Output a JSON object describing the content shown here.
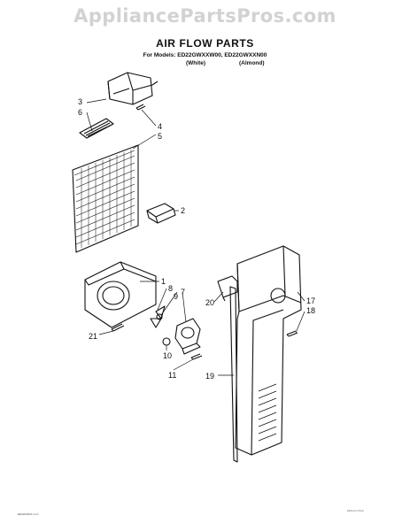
{
  "watermark": "AppliancePartsPros.com",
  "title": "AIR FLOW PARTS",
  "models_line": "For Models: ED22GWXXW00, ED22GWXXN00",
  "variants": [
    "(White)",
    "(Almond)"
  ],
  "callouts": [
    "3",
    "6",
    "4",
    "5",
    "2",
    "1",
    "8",
    "9",
    "7",
    "20",
    "17",
    "18",
    "21",
    "10",
    "11",
    "19"
  ],
  "fine_print": {
    "bottom_left": "ED22GWXX 1-17",
    "bottom_right": "Litho in U.S.A."
  }
}
